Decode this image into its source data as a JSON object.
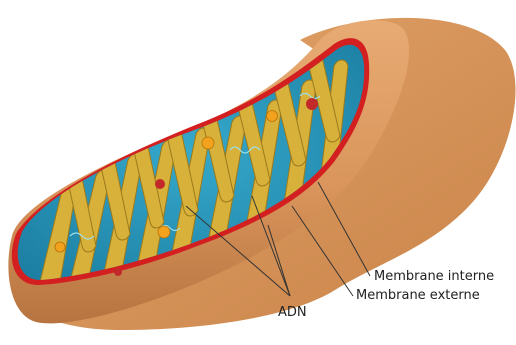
{
  "labels": {
    "inner_membrane": "Membrane interne",
    "outer_membrane": "Membrane externe",
    "dna": "ADN"
  },
  "colors": {
    "outer_shell": "#d9955b",
    "shell_highlight": "#e8ab74",
    "shell_shadow": "#b87440",
    "cut_rim": "#d31f1f",
    "matrix": "#1f8fb3",
    "matrix_light": "#36a9cb",
    "cristae": "#d8b13a",
    "cristae_edge": "#9b7a1c",
    "granule": "#f2a21c",
    "ribosome": "#c22a2a",
    "dna_strand": "#9fe0e8",
    "leader_line": "#333333"
  }
}
